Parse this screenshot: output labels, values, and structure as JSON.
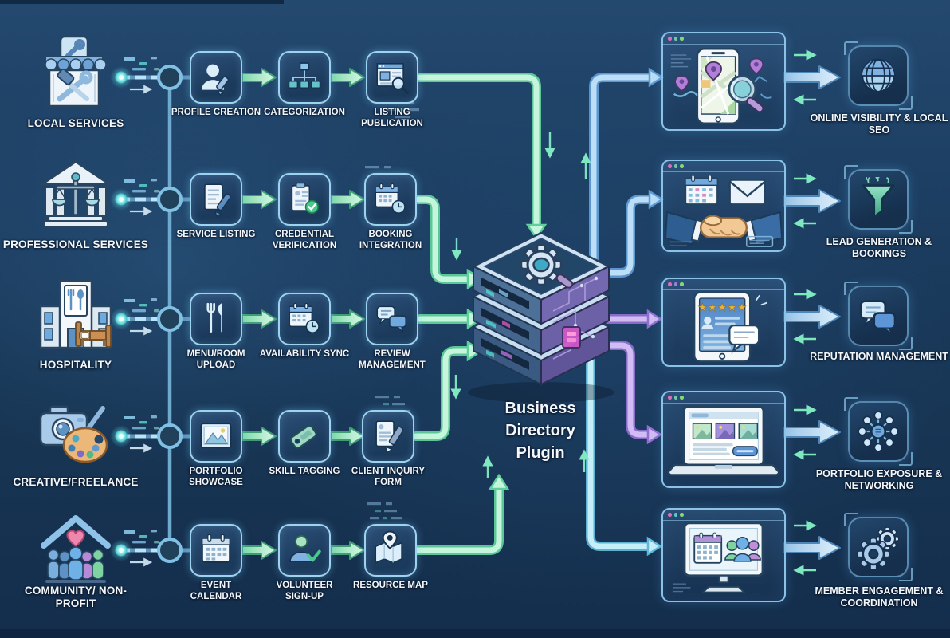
{
  "diagram": {
    "title": "Business Directory Plugin flow diagram",
    "hub": {
      "line1": "Business",
      "line2": "Directory",
      "line3": "Plugin",
      "icon": "server-stack-gear-icon"
    },
    "colors": {
      "background": "#1d3f63",
      "flow_green": "#a7efc9",
      "flow_blue": "#a9d3ef",
      "flow_purple": "#b391ea",
      "flow_cyan": "#aadcf2",
      "node_blue": "#8fcbe9",
      "label_text": "#f3f7fb"
    },
    "rows": [
      {
        "category": {
          "label": "LOCAL SERVICES",
          "icon": "storefront-tools-icon"
        },
        "steps": [
          {
            "label": "PROFILE CREATION",
            "icon": "user-profile-pen-icon"
          },
          {
            "label": "CATEGORIZATION",
            "icon": "hierarchy-icon"
          },
          {
            "label": "LISTING PUBLICATION",
            "icon": "webpage-magnifier-icon"
          }
        ],
        "outcome": {
          "card_icon": "phone-map-search-card",
          "icon": "globe-icon",
          "label": "ONLINE VISIBILITY & LOCAL SEO"
        }
      },
      {
        "category": {
          "label": "PROFESSIONAL SERVICES",
          "icon": "bank-scales-icon"
        },
        "steps": [
          {
            "label": "SERVICE LISTING",
            "icon": "document-pen-icon"
          },
          {
            "label": "CREDENTIAL VERIFICATION",
            "icon": "clipboard-check-icon"
          },
          {
            "label": "BOOKING INTEGRATION",
            "icon": "calendar-clock-icon"
          }
        ],
        "outcome": {
          "card_icon": "handshake-calendar-mail-card",
          "icon": "funnel-icon",
          "label": "LEAD GENERATION & BOOKINGS"
        }
      },
      {
        "category": {
          "label": "HOSPITALITY",
          "icon": "hotel-restaurant-bed-icon"
        },
        "steps": [
          {
            "label": "MENU/ROOM UPLOAD",
            "icon": "fork-knife-icon"
          },
          {
            "label": "AVAILABILITY SYNC",
            "icon": "calendar-clock-icon"
          },
          {
            "label": "REVIEW MANAGEMENT",
            "icon": "chat-bubbles-icon"
          }
        ],
        "outcome": {
          "card_icon": "tablet-star-reviews-card",
          "icon": "chat-bubbles-icon",
          "label": "REPUTATION MANAGEMENT"
        }
      },
      {
        "category": {
          "label": "CREATIVE/FREELANCE",
          "icon": "camera-palette-icon"
        },
        "steps": [
          {
            "label": "PORTFOLIO SHOWCASE",
            "icon": "image-icon"
          },
          {
            "label": "SKILL TAGGING",
            "icon": "tag-icon"
          },
          {
            "label": "CLIENT INQUIRY FORM",
            "icon": "form-pencil-icon"
          }
        ],
        "outcome": {
          "card_icon": "laptop-portfolio-card",
          "icon": "network-nodes-icon",
          "label": "PORTFOLIO EXPOSURE & NETWORKING"
        }
      },
      {
        "category": {
          "label": "COMMUNITY/ NON-PROFIT",
          "icon": "house-heart-people-icon"
        },
        "steps": [
          {
            "label": "EVENT CALENDAR",
            "icon": "calendar-icon"
          },
          {
            "label": "VOLUNTEER SIGN-UP",
            "icon": "person-check-icon"
          },
          {
            "label": "RESOURCE MAP",
            "icon": "map-pin-icon"
          }
        ],
        "outcome": {
          "card_icon": "monitor-calendar-people-card",
          "icon": "gears-icon",
          "label": "MEMBER ENGAGEMENT & COORDINATION"
        }
      }
    ]
  }
}
